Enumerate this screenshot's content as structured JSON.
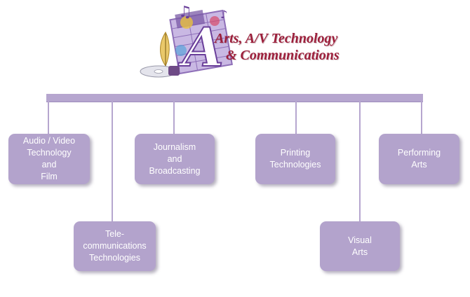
{
  "header": {
    "title_line1": "Arts, A/V Technology",
    "title_line2": "& Communications",
    "emblem_letter": "A",
    "colors": {
      "title": "#9c1f3b",
      "emblem_purple": "#8e6fb8",
      "emblem_light": "#c9b8e3"
    }
  },
  "diagram": {
    "colors": {
      "connector": "#b6a6cf",
      "node_fill": "#b3a3cc",
      "node_text": "#ffffff"
    },
    "nodes": [
      {
        "label": "Audio / Video\nTechnology\nand\nFilm"
      },
      {
        "label": "Tele-\ncommunications\nTechnologies"
      },
      {
        "label": "Journalism\nand\nBroadcasting"
      },
      {
        "label": "Printing\nTechnologies"
      },
      {
        "label": "Visual\nArts"
      },
      {
        "label": "Performing\nArts"
      }
    ]
  }
}
